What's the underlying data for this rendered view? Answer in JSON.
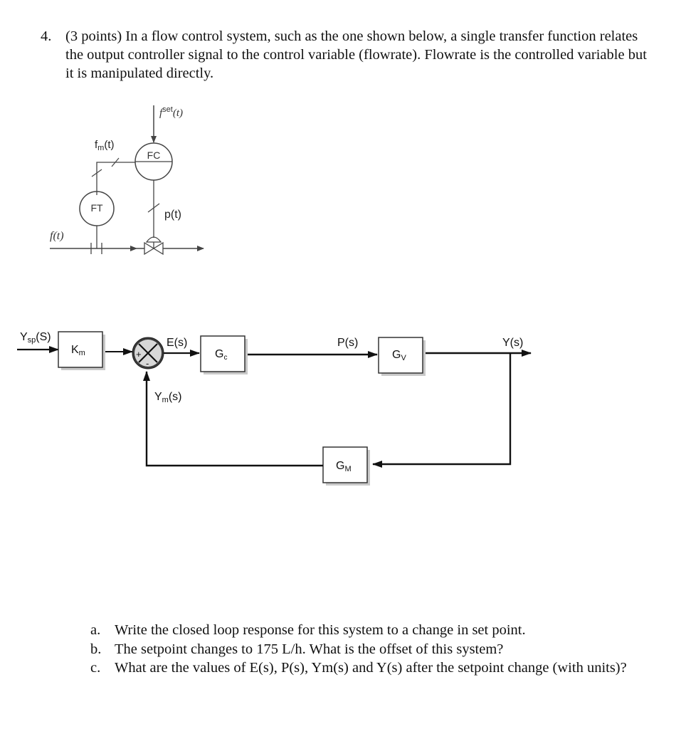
{
  "question": {
    "number": "4.",
    "text": "(3 points)  In a flow control system, such as the one shown below, a single transfer function relates the output controller signal to the control variable (flowrate).  Flowrate is the controlled variable but it is manipulated directly."
  },
  "pid": {
    "setpoint": {
      "main": "f",
      "sup": "set",
      "arg": "(t)"
    },
    "fm_label": {
      "main": "f",
      "sub": "m",
      "arg": "(t)"
    },
    "fc_label": "FC",
    "ft_label": "FT",
    "p_label": "p(t)",
    "f_label": "f(t)"
  },
  "block": {
    "ysp": {
      "main": "Y",
      "sub": "sp",
      "arg": "(S)"
    },
    "km": {
      "main": "K",
      "sub": "m"
    },
    "plus": "+",
    "minus": "-",
    "e": "E(s)",
    "gc": {
      "main": "G",
      "sub": "c"
    },
    "p": "P(s)",
    "gv": {
      "main": "G",
      "sub": "V"
    },
    "y": "Y(s)",
    "ym": {
      "main": "Y",
      "sub": "m",
      "arg": "(s)"
    },
    "gm": {
      "main": "G",
      "sub": "M"
    }
  },
  "subparts": [
    {
      "letter": "a.",
      "text": "Write the closed loop response for this system to a change in set point."
    },
    {
      "letter": "b.",
      "text": "The setpoint changes to 175 L/h.  What is the offset of this system?"
    },
    {
      "letter": "c.",
      "text": "What are the values of E(s), P(s), Ym(s) and Y(s) after the setpoint change (with units)?"
    }
  ]
}
